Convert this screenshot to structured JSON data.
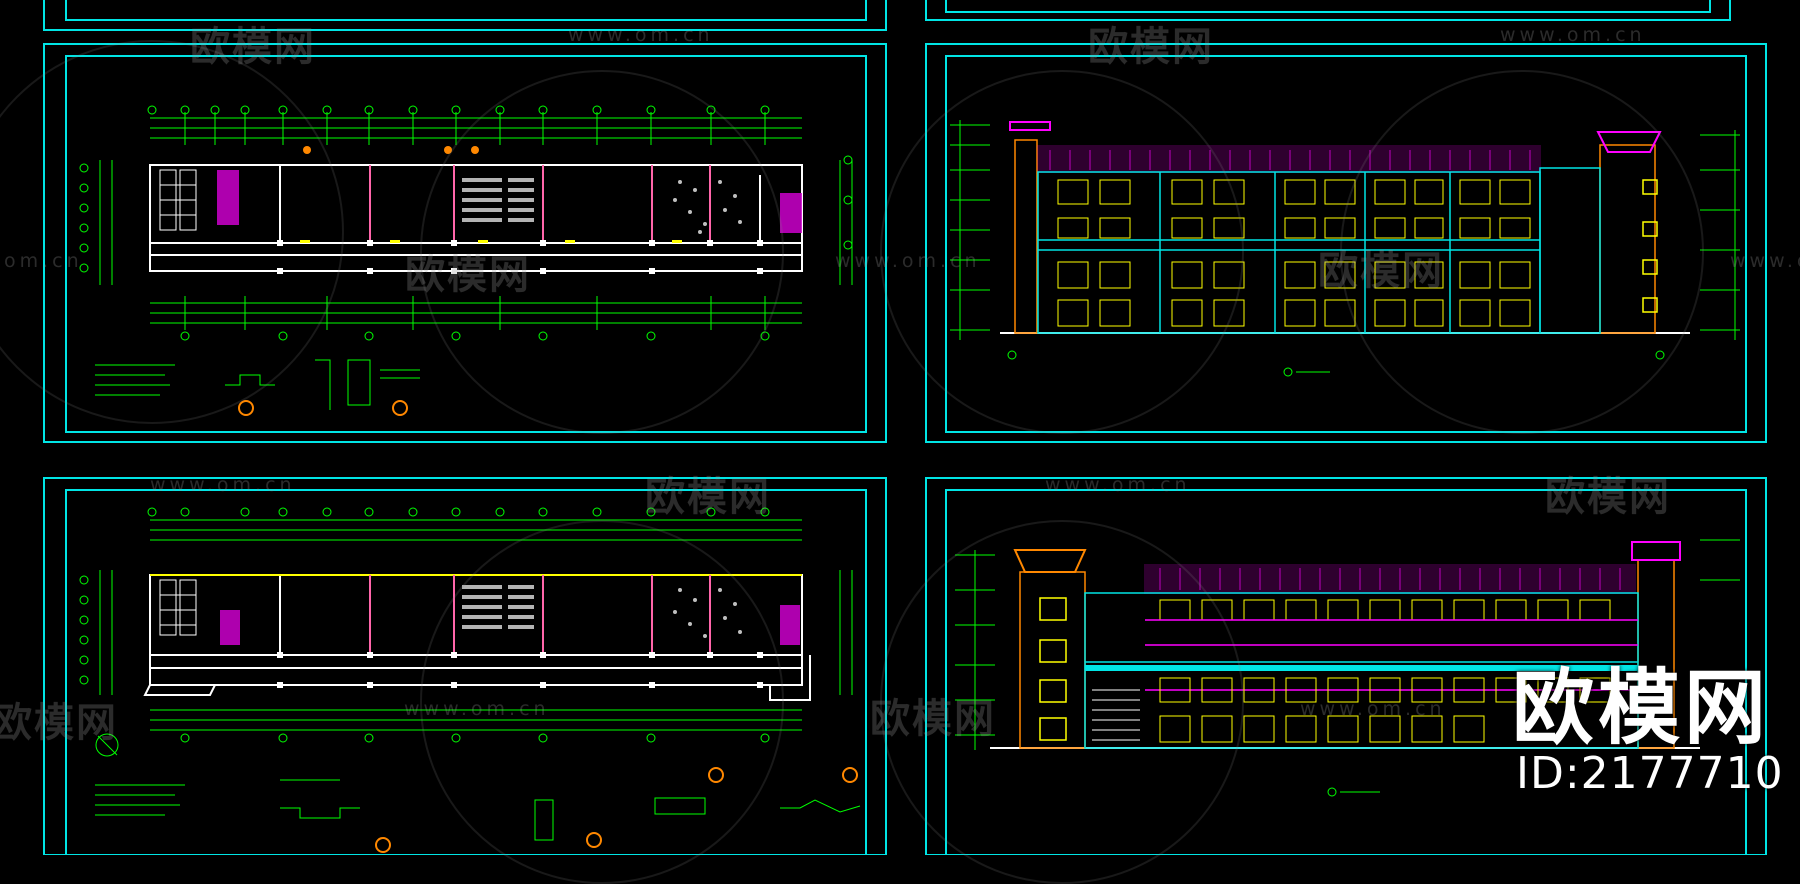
{
  "watermark": {
    "logo_text": "欧模网",
    "url_text": "www.om.cn",
    "url_fragment": "om.cn"
  },
  "brand_overlay": {
    "logo": "欧模网",
    "id_label": "ID:2177710"
  },
  "sheets": [
    {
      "kind": "floor-plan",
      "position": "top-left"
    },
    {
      "kind": "elevation",
      "position": "top-right"
    },
    {
      "kind": "floor-plan",
      "position": "bottom-left"
    },
    {
      "kind": "elevation",
      "position": "bottom-right"
    }
  ],
  "colors": {
    "background": "#000000",
    "frame": "#00e5e5",
    "wall": "#ffffff",
    "dimension": "#00ff00",
    "column": "#ffffff",
    "roof": "#ff00ff",
    "window": "#ffff00",
    "accent": "#ff8800",
    "axis_bubble": "#ff8800"
  }
}
